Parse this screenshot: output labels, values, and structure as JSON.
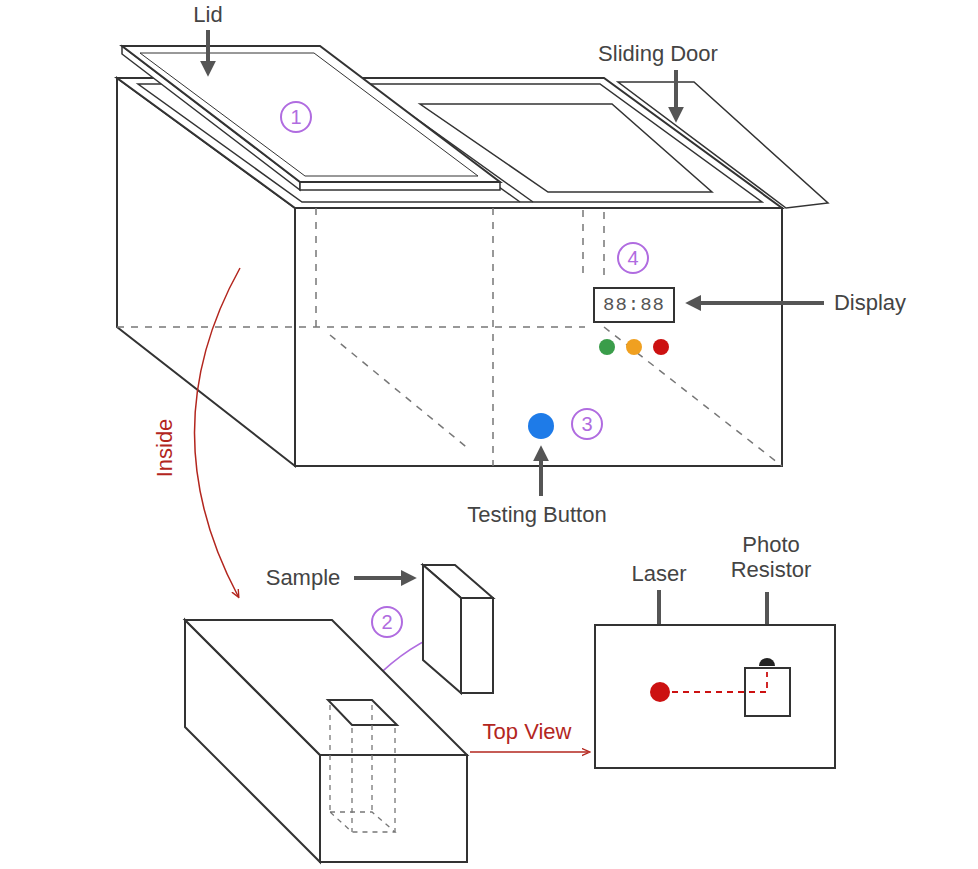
{
  "diagram": {
    "nodes": [
      {
        "text": [
          "88:88"
        ]
      }
    ],
    "labels": [
      "Lid",
      "Sliding Door",
      "1",
      "4",
      "Display",
      "3",
      "Testing Button",
      "Inside",
      "Sample",
      "2",
      "Top View",
      "Laser",
      "Photo Resistor"
    ]
  }
}
